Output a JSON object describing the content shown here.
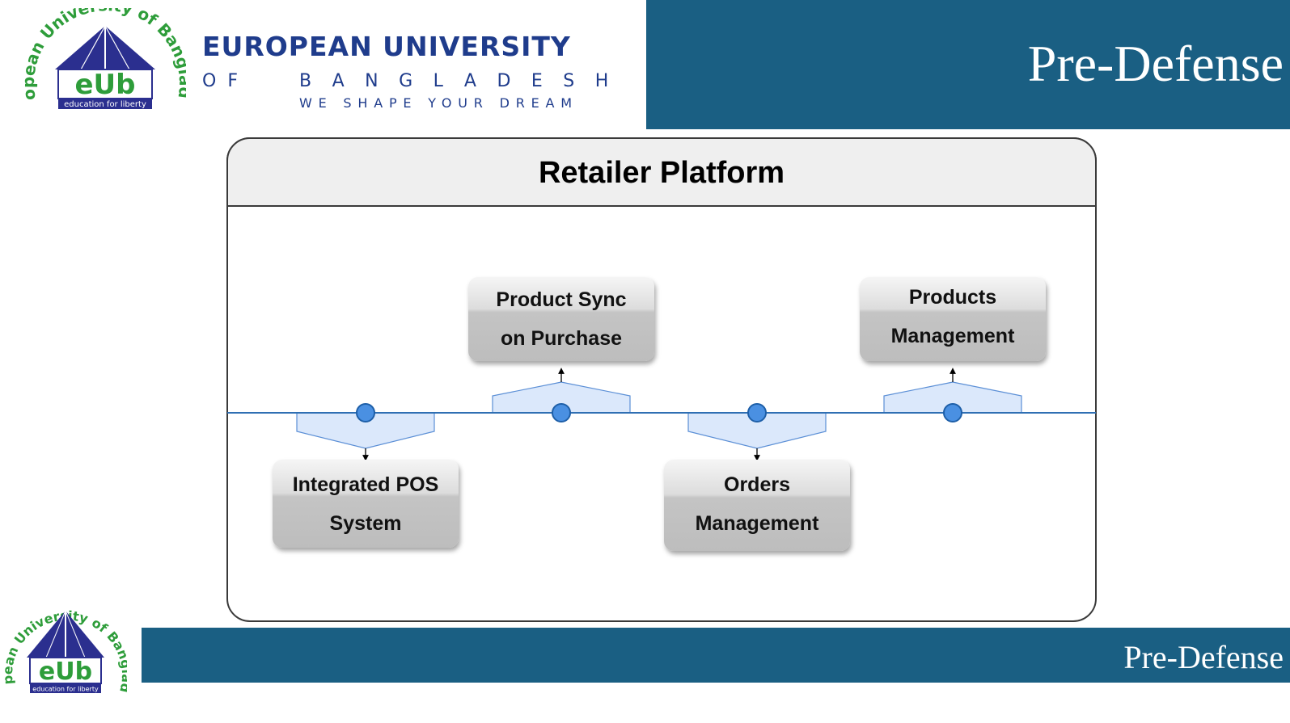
{
  "header": {
    "logo": {
      "ring_text": "European University of Bangladesh",
      "mark": "eUb",
      "motto": "education for liberty"
    },
    "university_title": "EUROPEAN UNIVERSITY",
    "university_of": "OF",
    "university_country": "BANGLADESH",
    "tagline": "WE SHAPE YOUR DREAM",
    "banner_title": "Pre-Defense"
  },
  "diagram": {
    "title": "Retailer Platform",
    "nodes": [
      {
        "id": "integrated-pos",
        "line1": "Integrated POS",
        "line2": "System",
        "direction": "below"
      },
      {
        "id": "product-sync",
        "line1": "Product Sync",
        "line2": "on Purchase",
        "direction": "above"
      },
      {
        "id": "orders-management",
        "line1": "Orders",
        "line2": "Management",
        "direction": "below"
      },
      {
        "id": "products-management",
        "line1": "Products",
        "line2": "Management",
        "direction": "above"
      }
    ]
  },
  "footer": {
    "banner_title": "Pre-Defense"
  },
  "colors": {
    "banner": "#1a5f83",
    "university_blue": "#1f3c8c",
    "logo_green": "#2e9d3a",
    "timeline": "#2f6fb3",
    "connector_fill": "#dbe8fb",
    "node_fill": "#c4c4c4"
  }
}
